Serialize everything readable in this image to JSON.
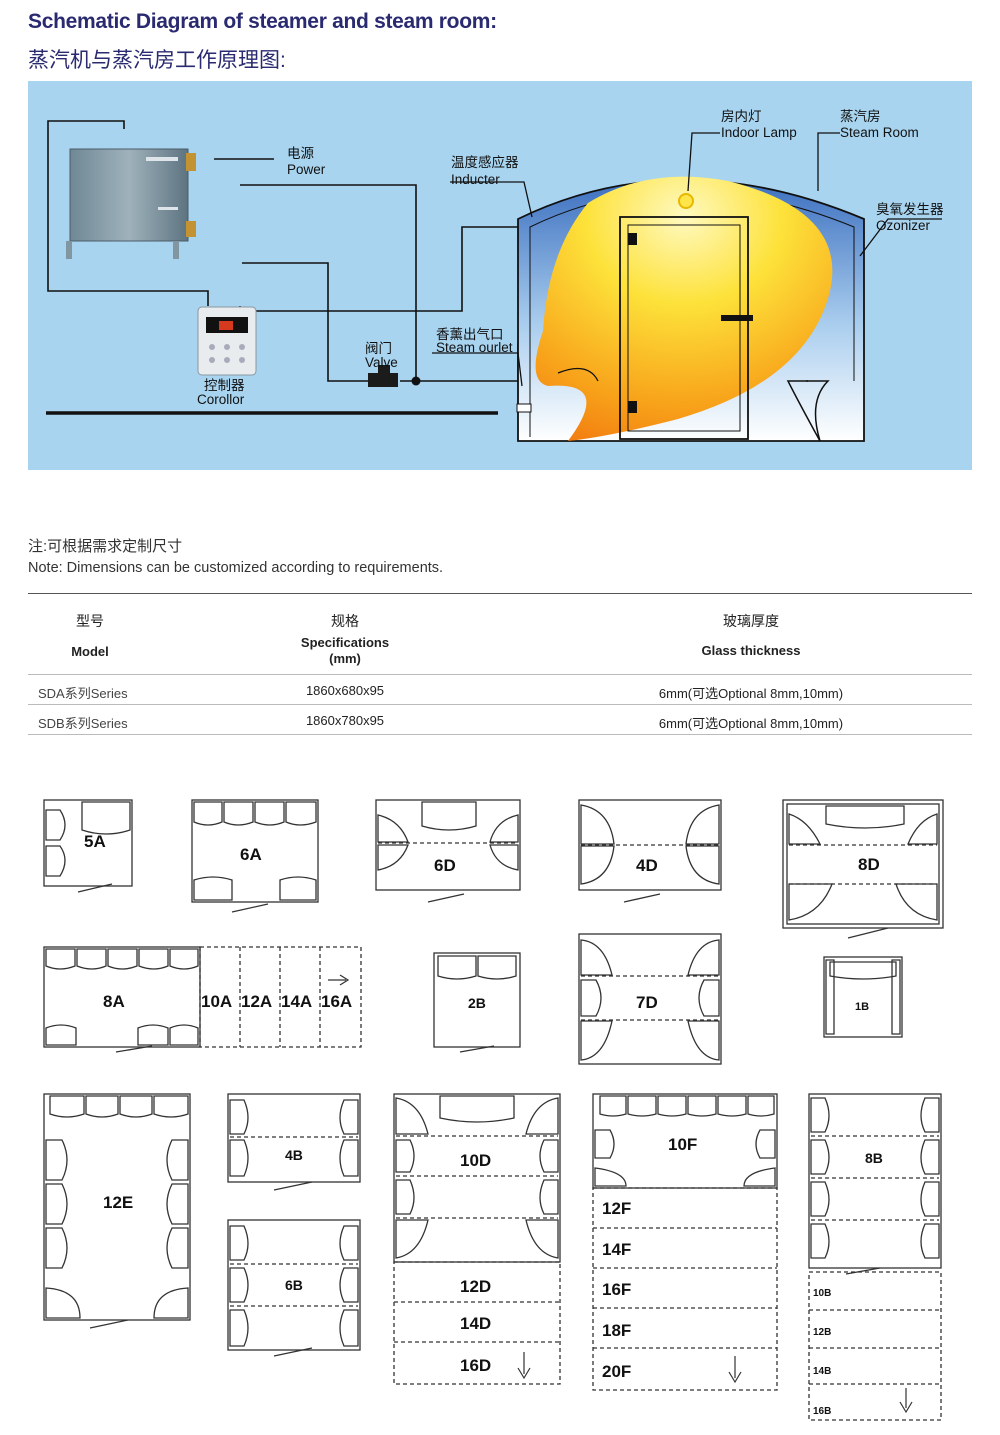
{
  "title_en": "Schematic Diagram of steamer and steam room:",
  "title_cn": "蒸汽机与蒸汽房工作原理图:",
  "diagram": {
    "power_cn": "电源",
    "power_en": "Power",
    "inducter_cn": "温度感应器",
    "inducter_en": "Inducter",
    "lamp_cn": "房内灯",
    "lamp_en": "Indoor Lamp",
    "room_cn": "蒸汽房",
    "room_en": "Steam Room",
    "ozon_cn": "臭氧发生器",
    "ozon_en": "Ozonizer",
    "outlet_cn": "香薰出气口",
    "outlet_en": "Steam ourlet",
    "valve_cn": "阀门",
    "valve_en": "Valve",
    "ctrl_cn": "控制器",
    "ctrl_en": "Corollor"
  },
  "note_cn": "注:可根据需求定制尺寸",
  "note_en": "Note: Dimensions can be customized according to requirements.",
  "table": {
    "headers": {
      "model_cn": "型号",
      "model_en": "Model",
      "spec_cn": "规格",
      "spec_en": "Specifications",
      "spec_unit": "(mm)",
      "glass_cn": "玻璃厚度",
      "glass_en": "Glass thickness"
    },
    "rows": [
      {
        "model": "SDA系列Series",
        "spec": "1860x680x95",
        "glass": "6mm(可选Optional 8mm,10mm)"
      },
      {
        "model": "SDB系列Series",
        "spec": "1860x780x95",
        "glass": "6mm(可选Optional 8mm,10mm)"
      }
    ]
  },
  "layouts": {
    "l5A": "5A",
    "l6A": "6A",
    "l6D": "6D",
    "l4D": "4D",
    "l8D": "8D",
    "l8A": "8A",
    "l10A": "10A",
    "l12A": "12A",
    "l14A": "14A",
    "l16A": "16A",
    "l2B": "2B",
    "l7D": "7D",
    "l1B": "1B",
    "l12E": "12E",
    "l4B": "4B",
    "l6B": "6B",
    "l10D": "10D",
    "l12D": "12D",
    "l14D": "14D",
    "l16D": "16D",
    "l10F": "10F",
    "l12F": "12F",
    "l14F": "14F",
    "l16F": "16F",
    "l18F": "18F",
    "l20F": "20F",
    "l8B": "8B",
    "l10B": "10B",
    "l12B": "12B",
    "l14B": "14B",
    "l16B": "16B"
  }
}
